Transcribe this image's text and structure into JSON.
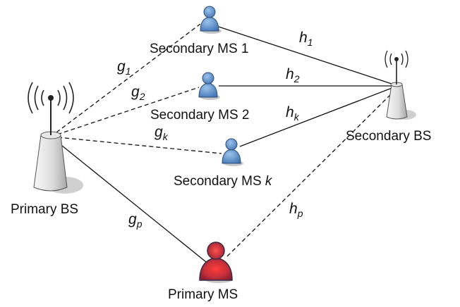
{
  "nodes": {
    "primary_bs": "Primary BS",
    "secondary_bs": "Secondary BS",
    "secondary_ms_1": "Secondary MS 1",
    "secondary_ms_2": "Secondary MS 2",
    "secondary_ms_k_prefix": "Secondary MS",
    "secondary_ms_k_index": "k",
    "primary_ms": "Primary MS"
  },
  "links": {
    "g1": {
      "base": "g",
      "sub": "1"
    },
    "g2": {
      "base": "g",
      "sub": "2"
    },
    "gk": {
      "base": "g",
      "sub": "k"
    },
    "gp": {
      "base": "g",
      "sub": "p"
    },
    "h1": {
      "base": "h",
      "sub": "1"
    },
    "h2": {
      "base": "h",
      "sub": "2"
    },
    "hk": {
      "base": "h",
      "sub": "k"
    },
    "hp": {
      "base": "h",
      "sub": "p"
    }
  },
  "colors": {
    "secondary_user": "#4a7fc0",
    "primary_user": "#c4303a",
    "tower": "#d8d8d8",
    "line": "#111111"
  }
}
